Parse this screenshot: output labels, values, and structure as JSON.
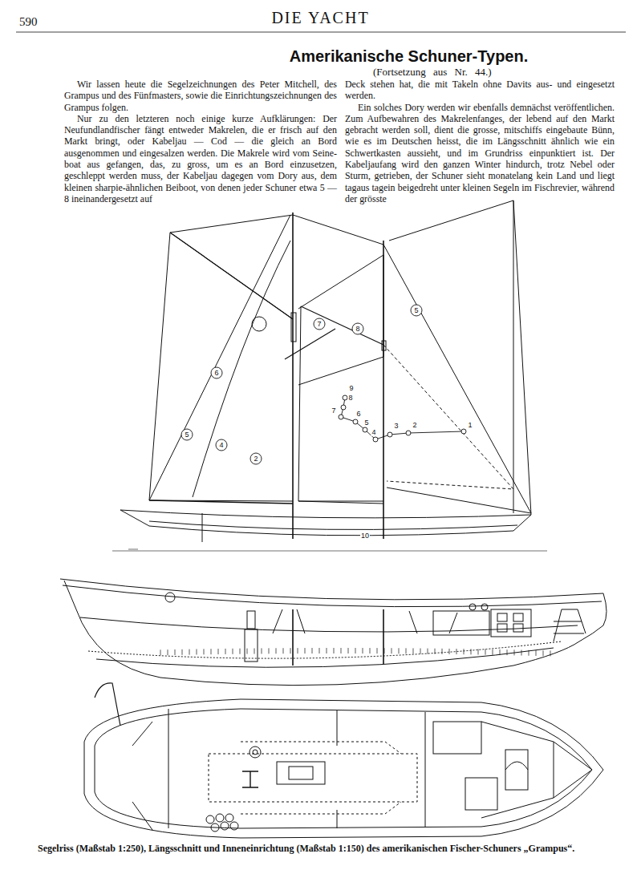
{
  "diagram": {
    "title": "Amerikanische Schuner-Typen.",
    "caption": "Segelriss (Maßstab 1:250), Längsschnitt und Inneneinrichtung (Maßstab 1:150) des amerikanischen Fischer-Schuners „Grampus“.",
    "labels": [
      "590",
      "DIE YACHT",
      "(Fortsetzung aus Nr. 44.)",
      "Wir lassen heute die Segelzeichnungen des Peter Mitchell, des Grampus und des Fünfmasters, sowie die Einrichtungszeichnungen des Grampus folgen.",
      "Nur zu den letzteren noch einige kurze Aufklärungen: Der Neufundlandfischer fängt entweder Makrelen, die er frisch auf den Markt bringt, oder Kabeljau — Cod — die gleich an Bord ausgenommen und eingesalzen werden. Die Makrele wird vom Seine-boat aus gefangen, das, zu gross, um es an Bord einzusetzen, geschleppt werden muss, der Kabeljau dagegen vom Dory aus, dem kleinen sharpie-ähnlichen Beiboot, von denen jeder Schuner etwa 5 — 8 ineinandergesetzt auf",
      "Deck stehen hat, die mit Takeln ohne Davits aus- und eingesetzt werden.",
      "Ein solches Dory werden wir ebenfalls demnächst veröffentlichen. Zum Aufbewahren des Makrelenfanges, der lebend auf den Markt gebracht werden soll, dient die grosse, mitschiffs eingebaute Bünn, wie es im Deutschen heisst, die im Längsschnitt ähnlich wie ein Schwertkasten aussieht, und im Grundriss einpunktiert ist. Der Kabeljaufang wird den ganzen Winter hindurch, trotz Nebel oder Sturm, getrieben, der Schuner sieht monatelang kein Land und liegt tagaus tagein beigedreht unter kleinen Segeln im Fischrevier, während der grösste",
      "5",
      "7",
      "8",
      "6",
      "5",
      "4",
      "2",
      "9",
      "8",
      "7",
      "6",
      "5",
      "4",
      "3",
      "2",
      "1",
      "10"
    ]
  }
}
